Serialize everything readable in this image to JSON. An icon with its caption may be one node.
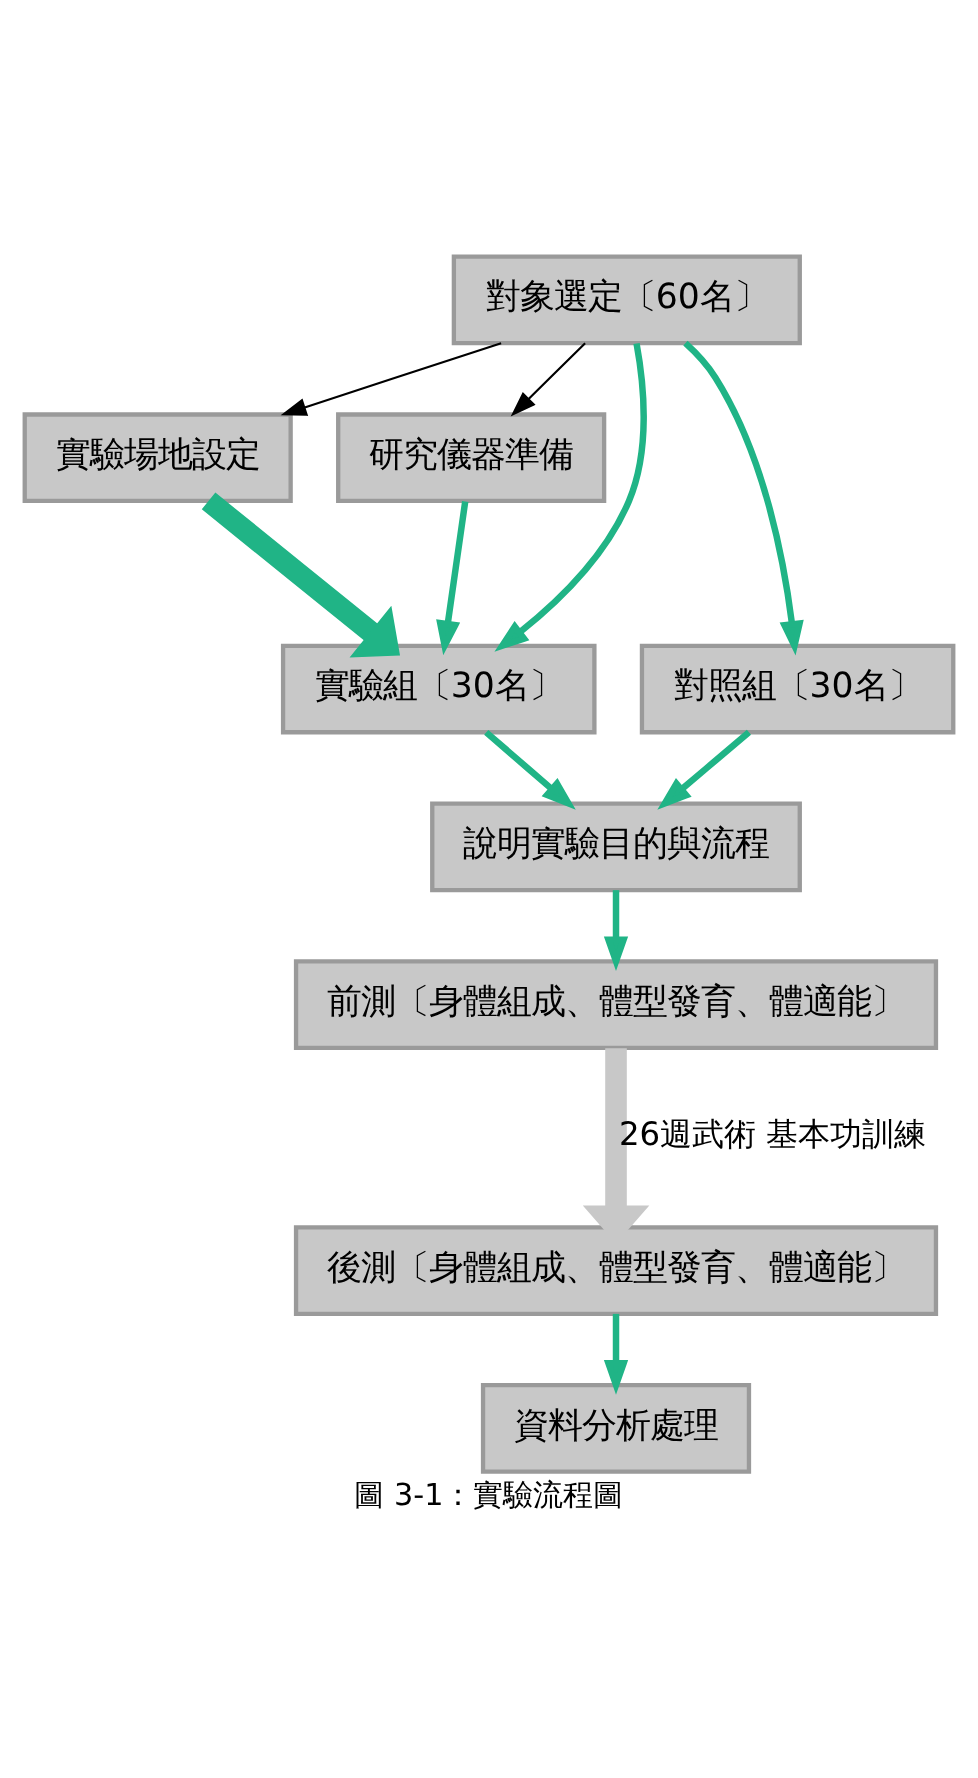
{
  "diagram": {
    "caption": "圖 3-1：實驗流程圖",
    "nodes": [
      {
        "text": [
          "對象選定〔60名〕"
        ]
      },
      {
        "text": [
          "研究儀器準備"
        ]
      },
      {
        "text": [
          "實驗場地設定"
        ]
      },
      {
        "text": [
          "對照組〔30名〕"
        ]
      },
      {
        "text": [
          "實驗組〔30名〕"
        ]
      },
      {
        "text": [
          "說明實驗目的與流程"
        ]
      },
      {
        "text": [
          "前測〔身體組成、體型發育、體適能〕"
        ]
      },
      {
        "text": [
          "後測〔身體組成、體型發育、體適能〕"
        ]
      },
      {
        "text": [
          "資料分析處理"
        ]
      }
    ],
    "edges": [
      {
        "from": 0,
        "to": 1,
        "arrow": "to",
        "color": "#000000"
      },
      {
        "from": 0,
        "to": 2,
        "arrow": "to",
        "color": "#000000"
      },
      {
        "from": 0,
        "to": 3,
        "arrow": "to"
      },
      {
        "from": 0,
        "to": 4,
        "arrow": "to"
      },
      {
        "from": 1,
        "to": 4,
        "arrow": "to"
      },
      {
        "from": 2,
        "to": 4,
        "arrow": "to",
        "style": "thick"
      },
      {
        "from": 3,
        "to": 5,
        "arrow": "to"
      },
      {
        "from": 4,
        "to": 5,
        "arrow": "to"
      },
      {
        "from": 5,
        "to": 6,
        "arrow": "to"
      },
      {
        "from": 6,
        "to": 7,
        "arrow": "to",
        "label": "26週武術 基本功訓練",
        "style": "thick",
        "color": "#c8c8c8"
      },
      {
        "from": 7,
        "to": 8,
        "arrow": "to"
      }
    ]
  }
}
